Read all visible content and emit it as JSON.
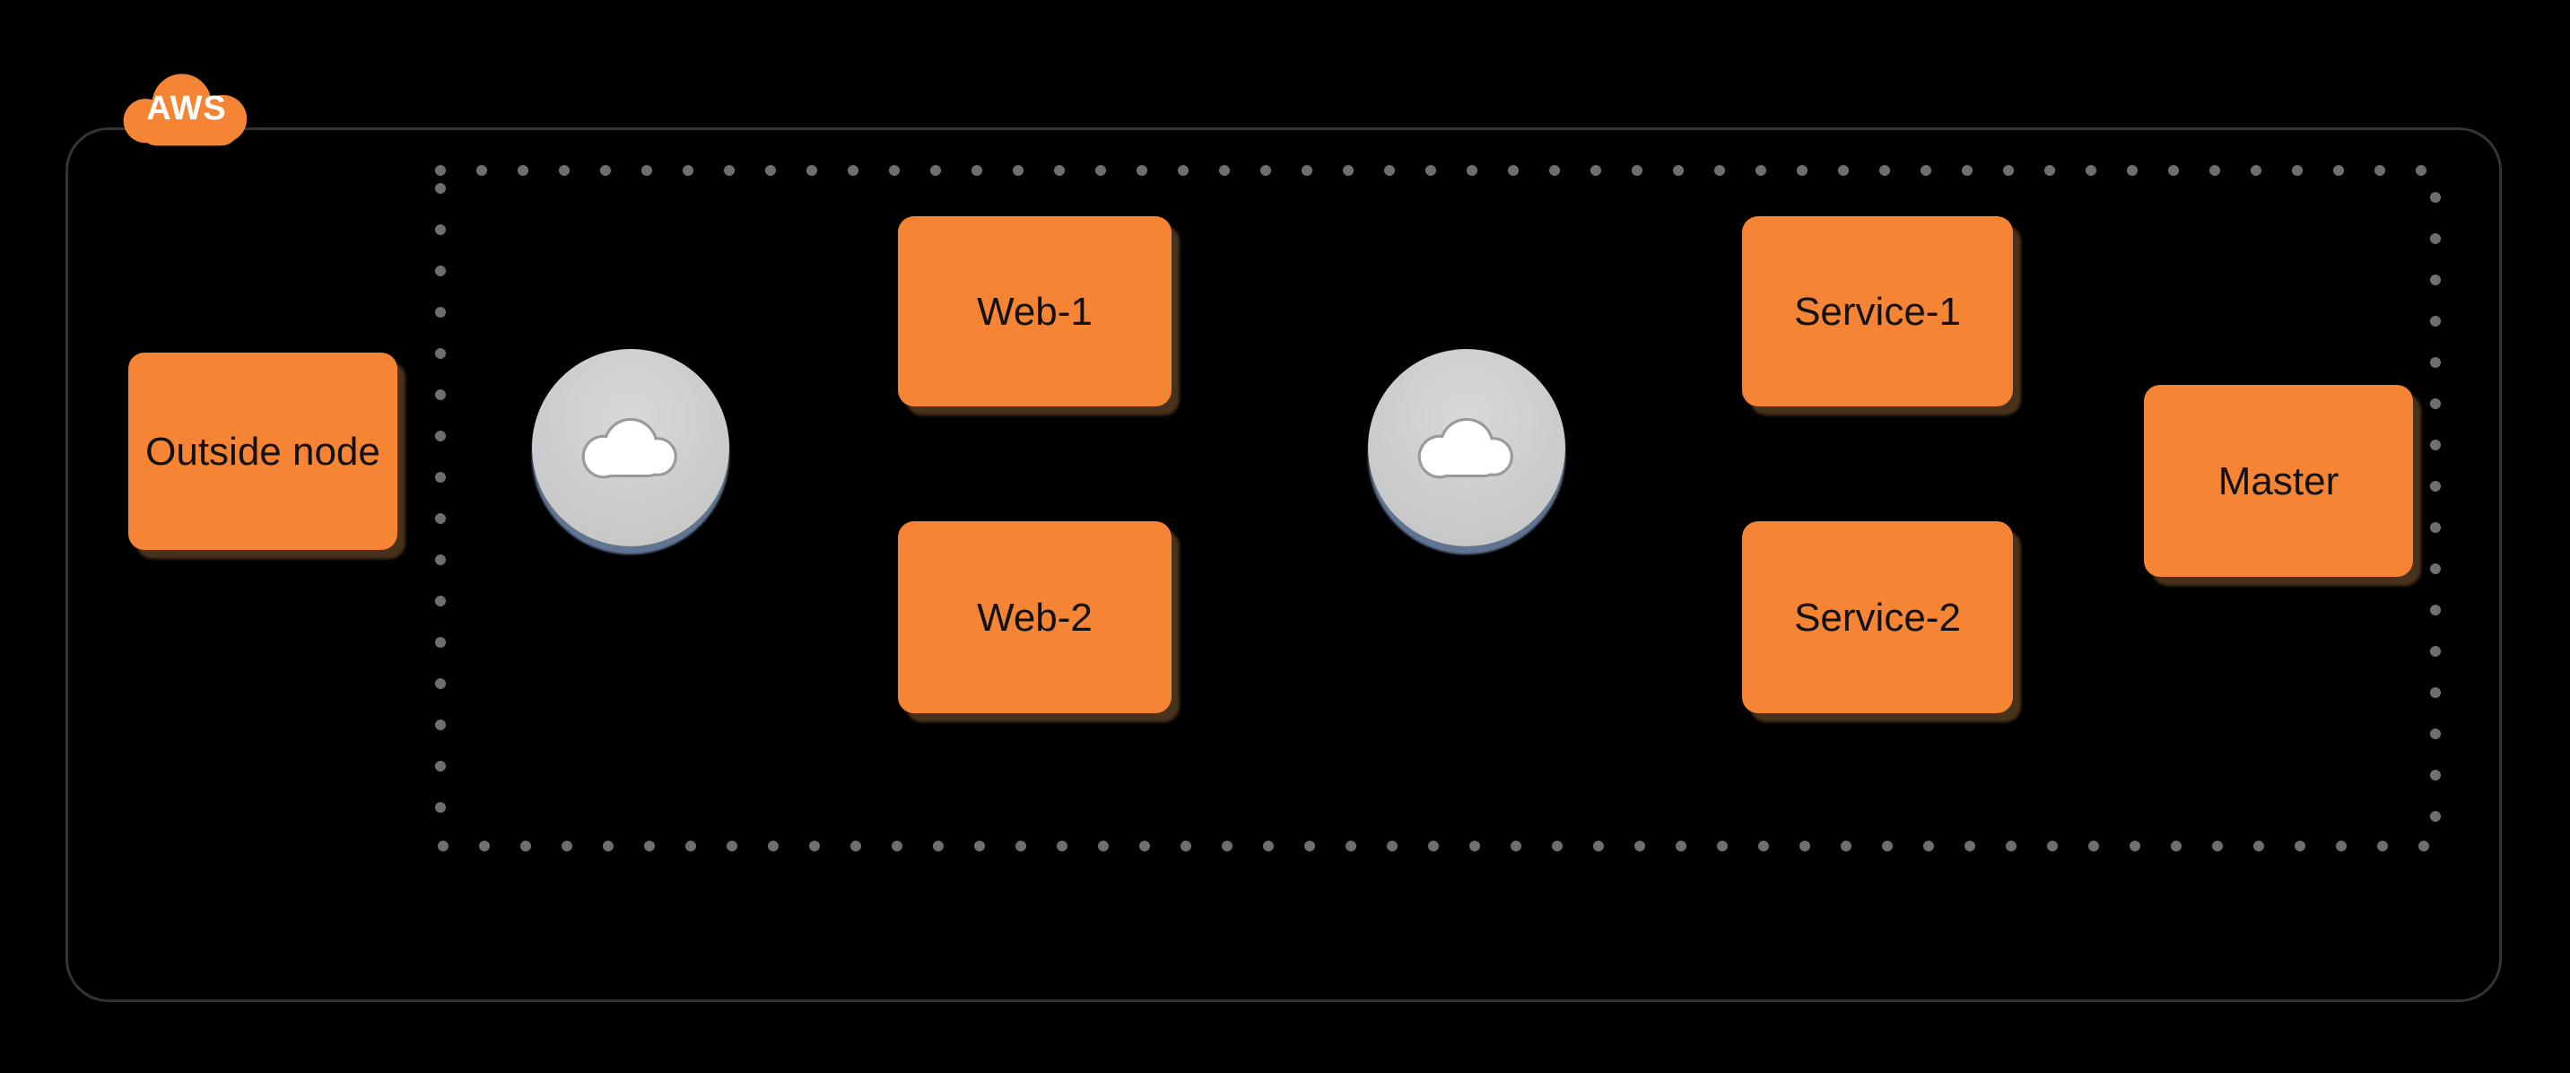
{
  "badge": {
    "label": "AWS"
  },
  "nodes": {
    "outside": {
      "label": "Outside node"
    },
    "web1": {
      "label": "Web-1"
    },
    "web2": {
      "label": "Web-2"
    },
    "service1": {
      "label": "Service-1"
    },
    "service2": {
      "label": "Service-2"
    },
    "master": {
      "label": "Master"
    }
  },
  "icons": {
    "badge_icon": "aws-cloud-icon",
    "left_circle_icon": "cloud-icon",
    "right_circle_icon": "cloud-icon"
  },
  "colors": {
    "background": "#000000",
    "node_fill": "#F58534",
    "badge_fill": "#F58534",
    "node_text": "#111111",
    "outer_border": "#343434",
    "dotted_border": "#6F6F6F",
    "cloud_circle_fill": "#C9C9C9",
    "cloud_circle_bottom_tint": "#8FA8C6",
    "cloud_glyph_fill": "#FFFFFF",
    "cloud_glyph_stroke": "#9A9A9A"
  }
}
